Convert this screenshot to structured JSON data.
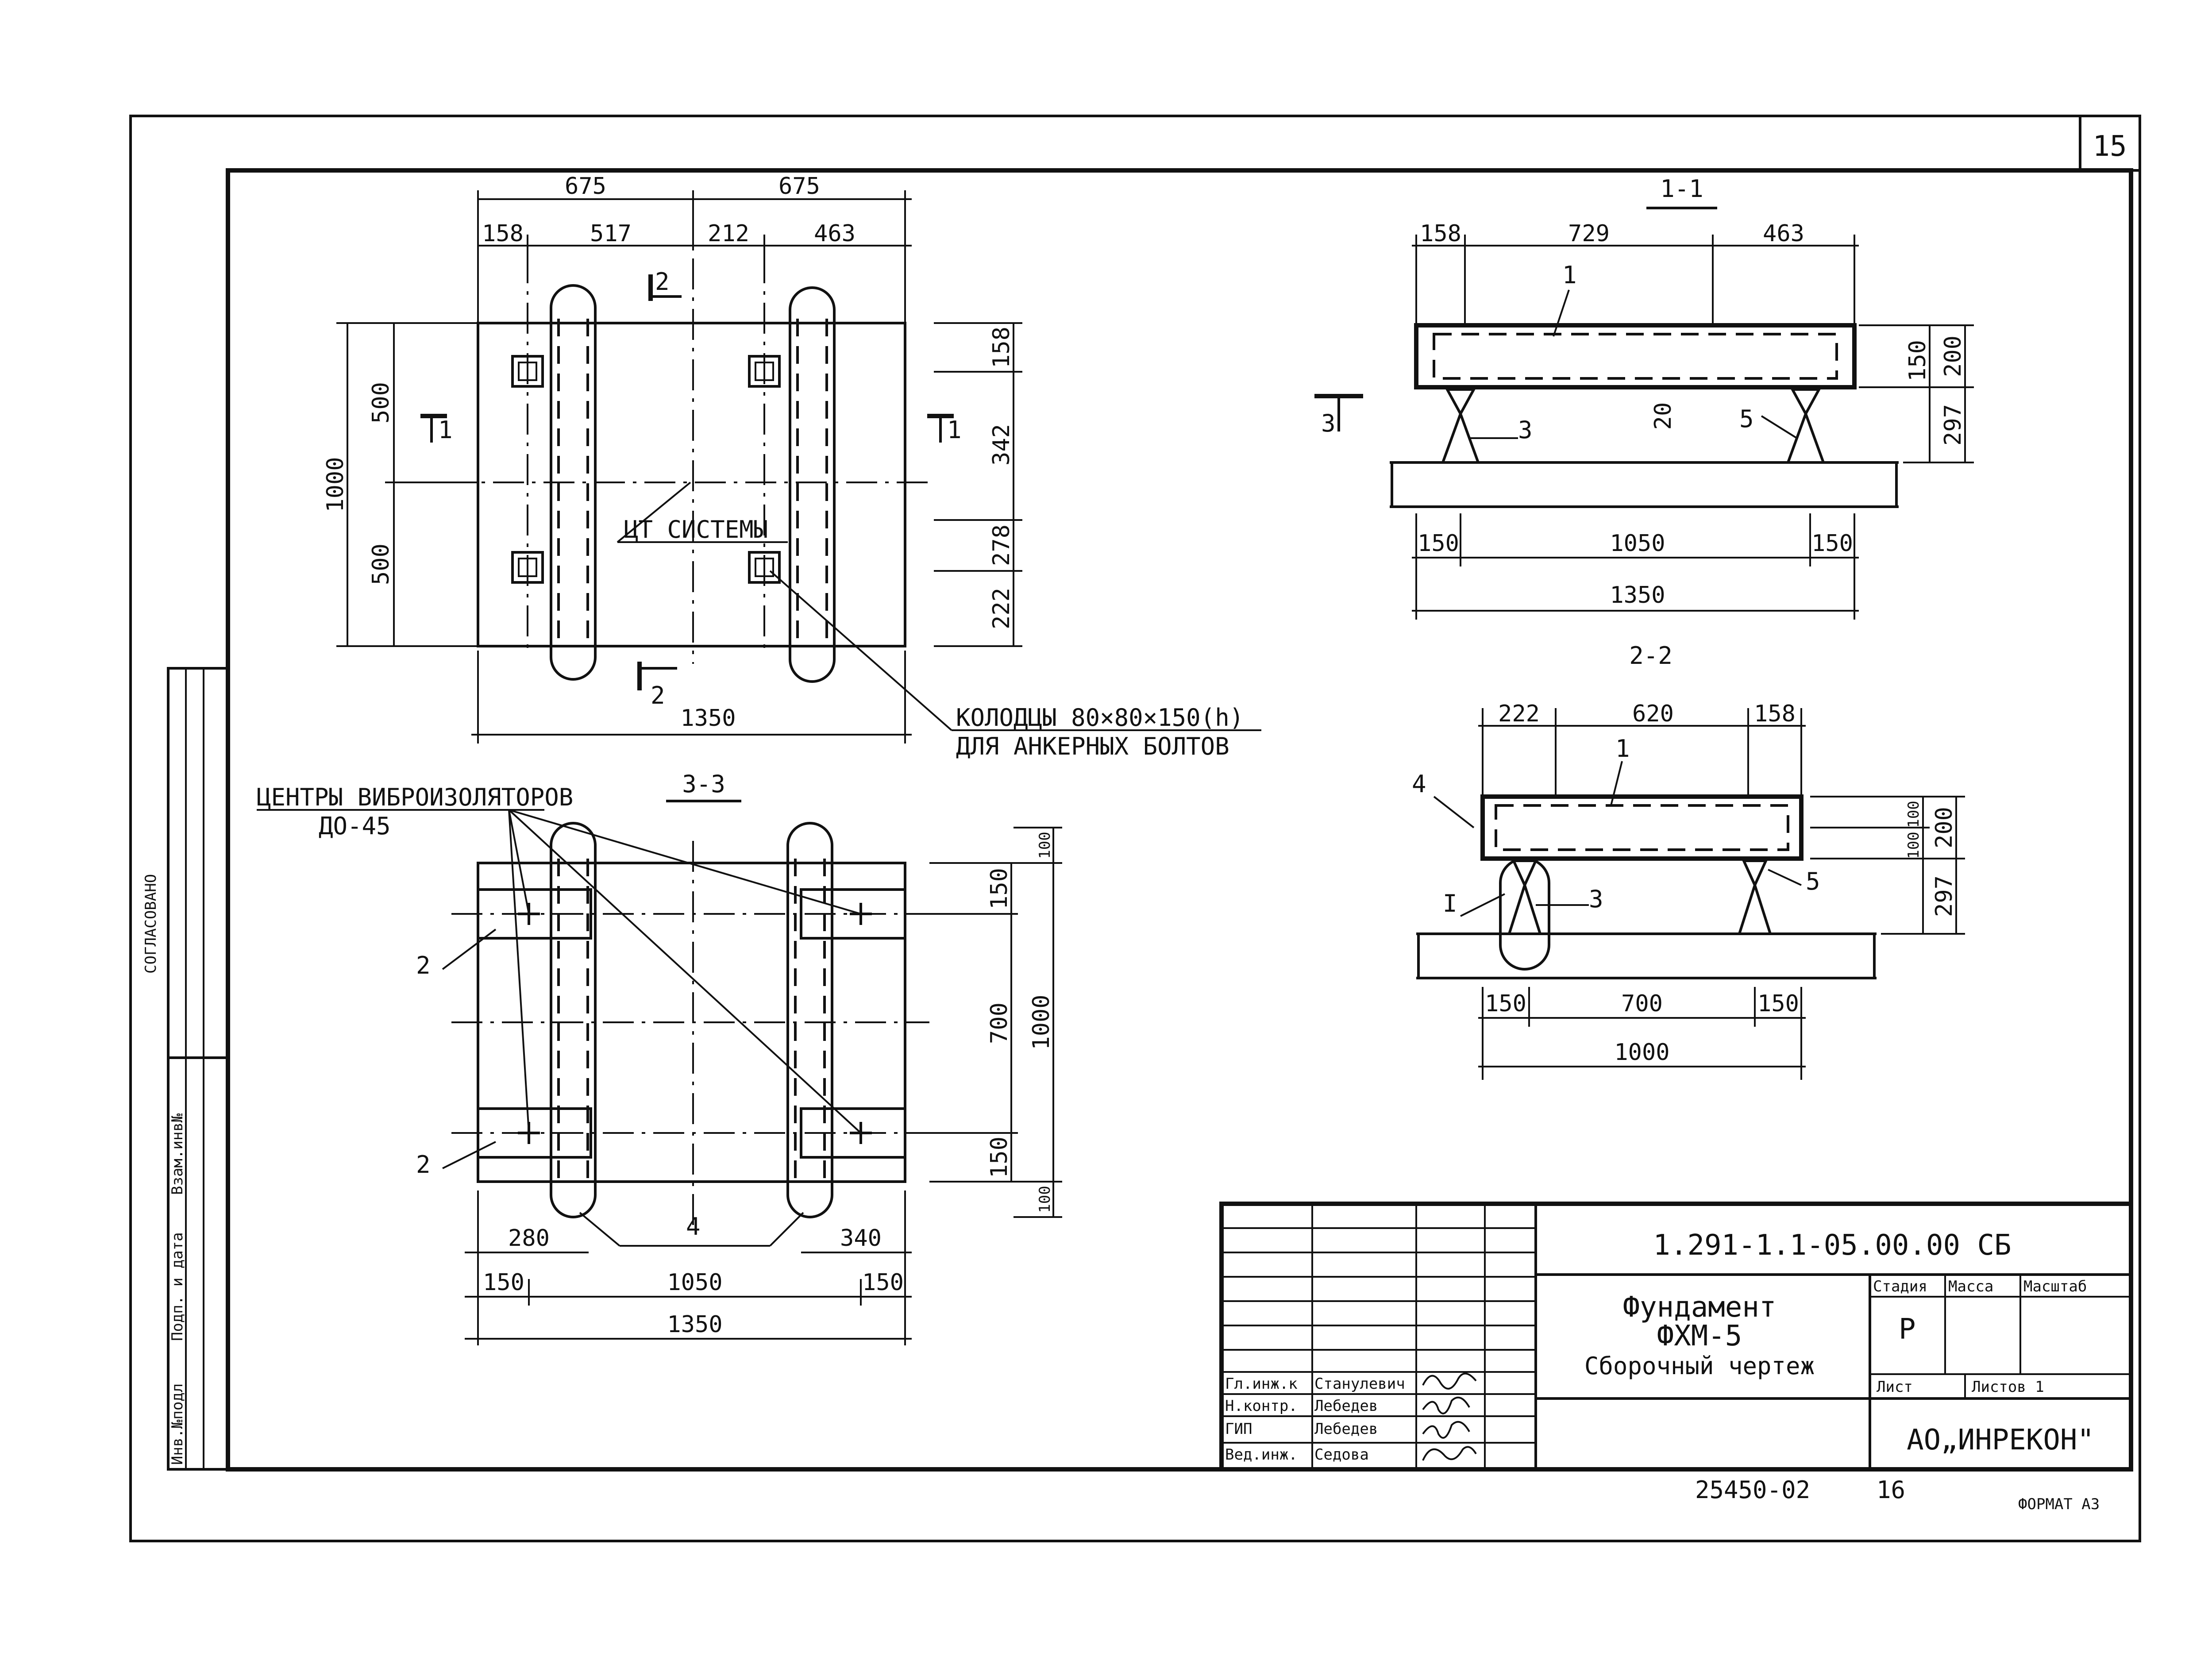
{
  "sheet": {
    "page_number": "15",
    "side_stamp": "СОГЛАСОВАНО",
    "side_columns": [
      "Инв.№подл",
      "Подп. и дата",
      "Взам.инв№"
    ],
    "footer_left": "25450-02",
    "footer_mid": "16",
    "footer_right": "ФОРМАТ А3"
  },
  "plan": {
    "dims_top_total": [
      "675",
      "675"
    ],
    "dims_top_parts": [
      "158",
      "517",
      "212",
      "463"
    ],
    "dims_left": [
      "500",
      "500"
    ],
    "dims_left_total": "1000",
    "dims_right": [
      "158",
      "342",
      "278",
      "222"
    ],
    "dim_bottom": "1350",
    "section_marks": [
      "2",
      "2",
      "1",
      "1"
    ],
    "note_cg": "ЦТ СИСТЕМЫ",
    "note_wells_1": "КОЛОДЦЫ 80×80×150(h)",
    "note_wells_2": "ДЛЯ АНКЕРНЫХ БОЛТОВ"
  },
  "section11": {
    "title": "1-1",
    "dims_top": [
      "158",
      "729",
      "463"
    ],
    "dims_right": [
      "150",
      "200",
      "297"
    ],
    "dim_gap": "20",
    "dims_bottom_parts": [
      "150",
      "1050",
      "150"
    ],
    "dim_bottom_total": "1350",
    "callouts": [
      "1",
      "3",
      "5",
      "3"
    ]
  },
  "section22": {
    "title": "2-2",
    "dims_top": [
      "222",
      "620",
      "158"
    ],
    "dims_right": [
      "100",
      "100",
      "200",
      "297"
    ],
    "dims_bottom_parts": [
      "150",
      "700",
      "150"
    ],
    "dim_bottom_total": "1000",
    "callouts": [
      "1",
      "4",
      "3",
      "5",
      "I"
    ]
  },
  "section33": {
    "title": "3-3",
    "note_1": "ЦЕНТРЫ ВИБРОИЗОЛЯТОРОВ",
    "note_2": "ДО-45",
    "dims_right_parts": [
      "100",
      "150",
      "700",
      "150",
      "100"
    ],
    "dim_right_total": "1000",
    "dims_bottom_a": [
      "280",
      "340"
    ],
    "dims_bottom_b": [
      "150",
      "1050",
      "150"
    ],
    "dim_bottom_total": "1350",
    "callouts": [
      "2",
      "2",
      "4"
    ]
  },
  "title_block": {
    "doc_code": "1.291-1.1-05.00.00 СБ",
    "name_1": "Фундамент",
    "name_2": "ФХМ-5",
    "name_3": "Сборочный  чертеж",
    "col_stage": "Стадия",
    "col_mass": "Масса",
    "col_scale": "Масштаб",
    "stage_value": "Р",
    "sheet_label": "Лист",
    "sheets_label": "Листов 1",
    "company": "АО„ИНРЕКОН\"",
    "signers": [
      {
        "role": "Гл.инж.к",
        "name": "Станулевич"
      },
      {
        "role": "Н.контр.",
        "name": "Лебедев"
      },
      {
        "role": "ГИП",
        "name": "Лебедев"
      },
      {
        "role": "Вед.инж.",
        "name": "Седова"
      }
    ]
  }
}
